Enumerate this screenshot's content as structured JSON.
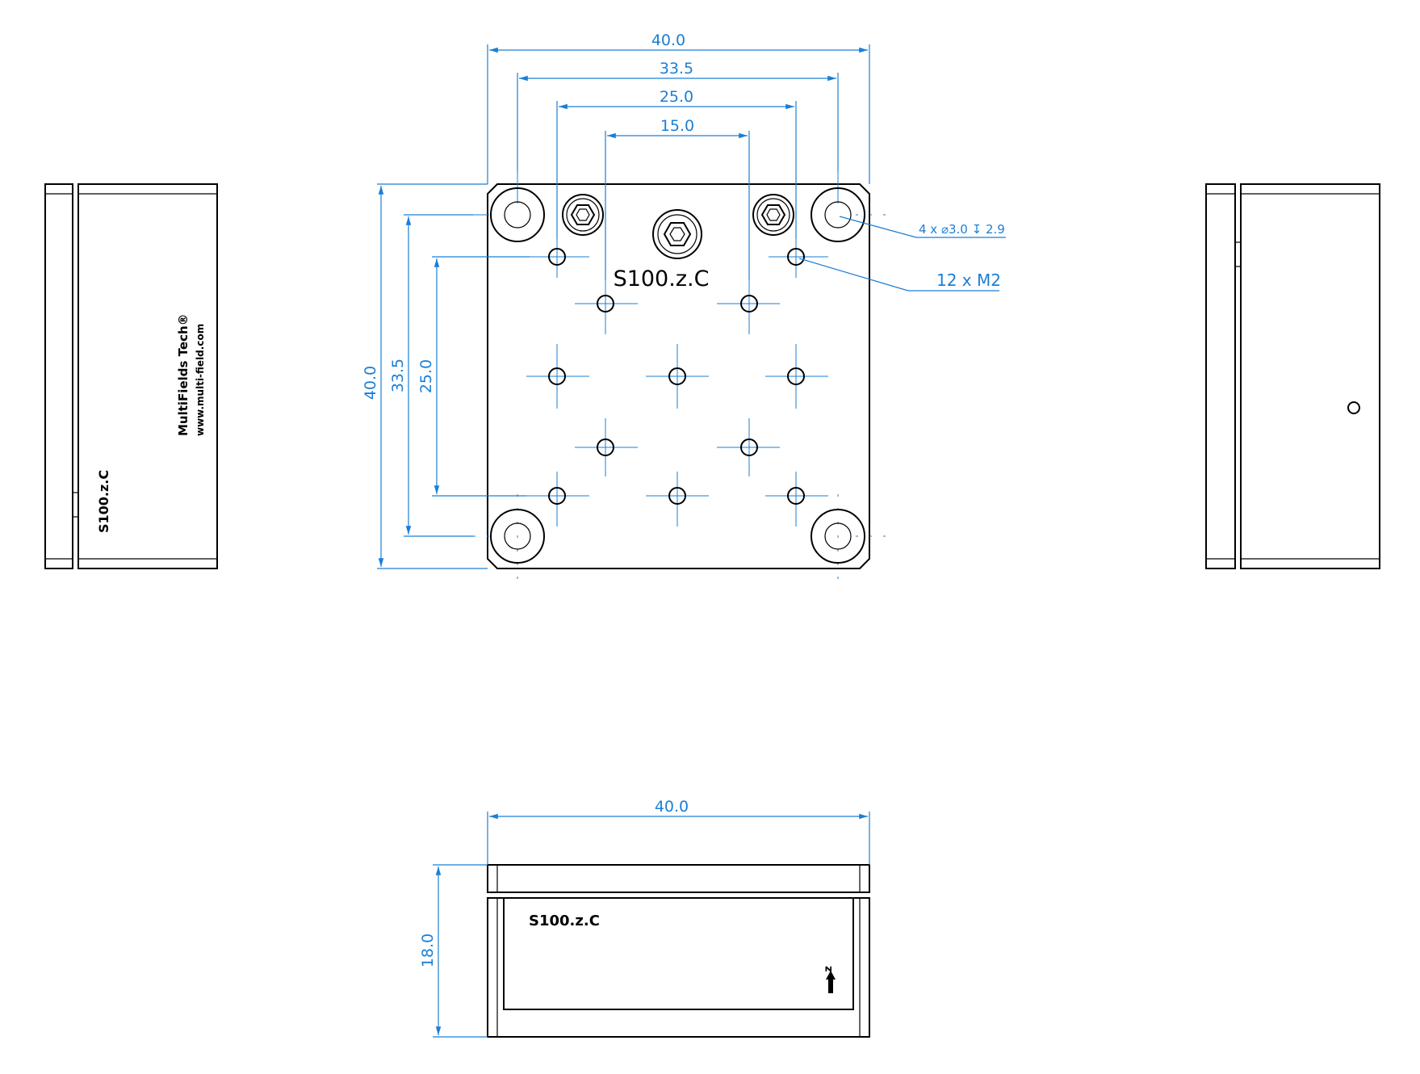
{
  "top_view": {
    "model_label": "S100.z.C",
    "dims": {
      "width_total": "40.0",
      "width_outer_holes": "33.5",
      "width_mid": "25.0",
      "width_inner": "15.0",
      "height_total": "40.0",
      "height_outer_holes": "33.5",
      "height_mid": "25.0"
    },
    "callouts": {
      "mount_holes": "4 x ⌀3.0 ↧ 2.9",
      "tapped_holes": "12 x  M2"
    }
  },
  "left_view": {
    "brand": "MultiFields Tech®",
    "website": "www.multi-field.com",
    "model_label": "S100.z.C"
  },
  "front_view": {
    "model_label": "S100.z.C",
    "axis_label": "z",
    "dims": {
      "width": "40.0",
      "height": "18.0"
    }
  }
}
